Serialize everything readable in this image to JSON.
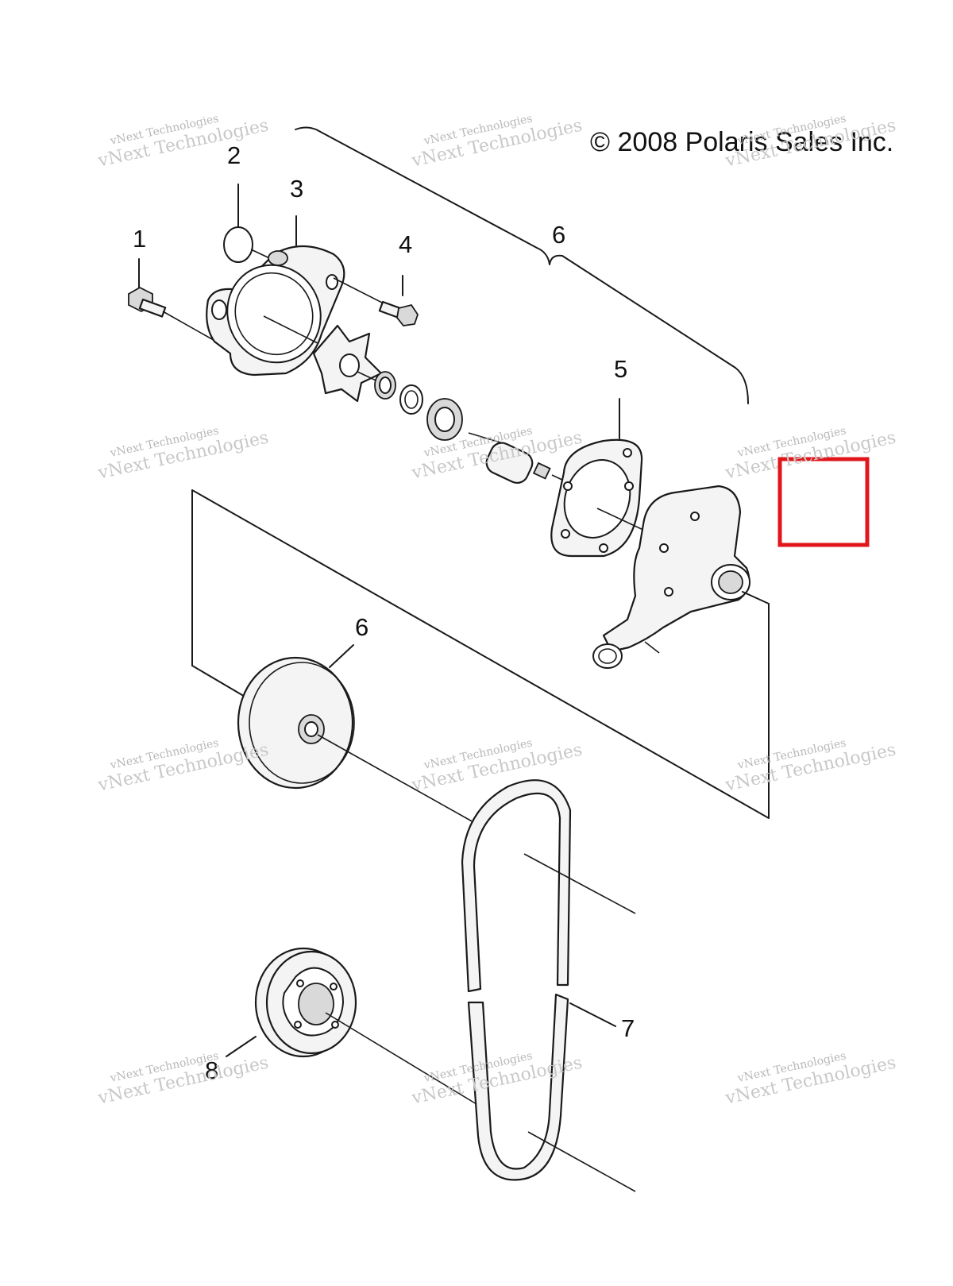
{
  "copyright": "© 2008 Polaris Sales Inc.",
  "callouts": {
    "c1": "1",
    "c2": "2",
    "c3": "3",
    "c4": "4",
    "c5": "5",
    "c6_top": "6",
    "c6_pulley": "6",
    "c7": "7",
    "c8": "8"
  },
  "watermark": {
    "line1": "vNext Technologies",
    "line2": "vNext Technologies"
  },
  "colors": {
    "highlight": "#e0161b",
    "line": "#1a1a1a",
    "watermark": "#b8b8b8"
  }
}
